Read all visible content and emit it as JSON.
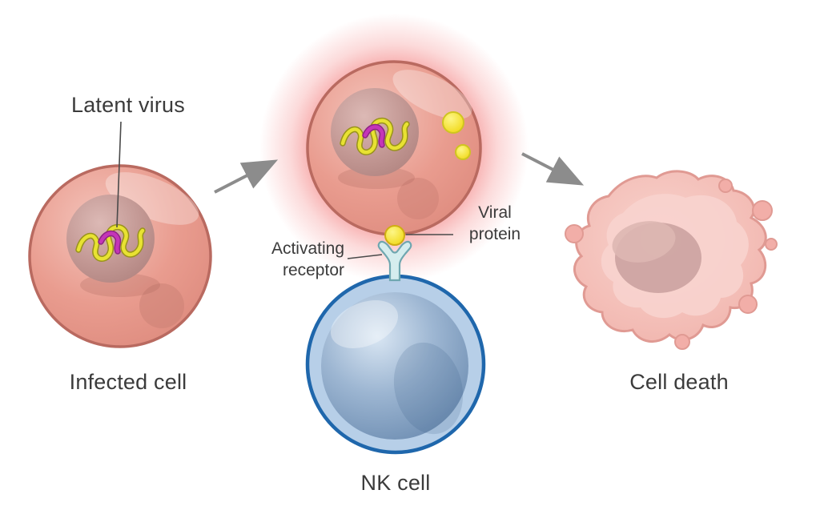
{
  "labels": {
    "latent_virus": "Latent virus",
    "infected_cell": "Infected cell",
    "activating_receptor": {
      "line1": "Activating",
      "line2": "receptor"
    },
    "viral_protein": {
      "line1": "Viral",
      "line2": "protein"
    },
    "nk_cell": "NK cell",
    "cell_death": "Cell death"
  },
  "colors": {
    "infected_cell_fill": "#e8998c",
    "infected_cell_border": "#b96a60",
    "nucleus_fill": "#bb908c",
    "virus_genome_yellow": "#e8e232",
    "virus_genome_magenta": "#c435b8",
    "viral_protein_yellow": "#f2dc1d",
    "glow": "#f06a6a",
    "nk_cell_fill": "#9fbedd",
    "nk_cell_border": "#1f67ac",
    "receptor_fill": "#d5edee",
    "dead_cell_fill": "#f4beb8",
    "arrow": "#8c8c8c",
    "label_text": "#3b3b3b",
    "background": "#ffffff"
  }
}
